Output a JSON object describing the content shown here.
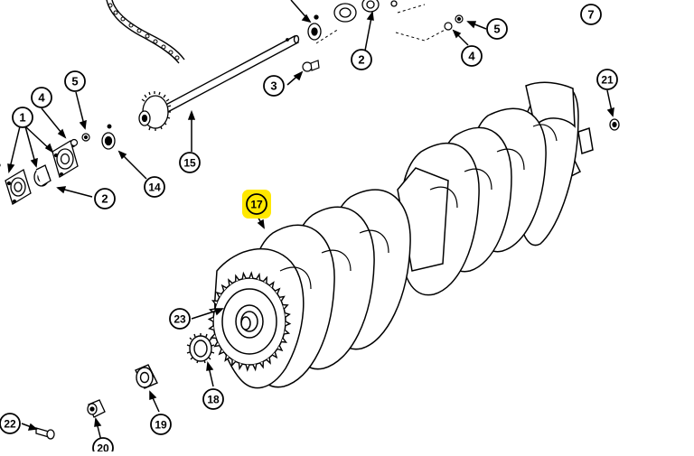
{
  "diagram": {
    "callouts": [
      {
        "id": "c7",
        "label": "7",
        "highlight": false
      },
      {
        "id": "c5a",
        "label": "5",
        "highlight": false
      },
      {
        "id": "c4a",
        "label": "4",
        "highlight": false
      },
      {
        "id": "c2a",
        "label": "2",
        "highlight": false
      },
      {
        "id": "c3",
        "label": "3",
        "highlight": false
      },
      {
        "id": "c21",
        "label": "21",
        "highlight": false
      },
      {
        "id": "c4b",
        "label": "4",
        "highlight": false
      },
      {
        "id": "c5b",
        "label": "5",
        "highlight": false
      },
      {
        "id": "c1",
        "label": "1",
        "highlight": false
      },
      {
        "id": "c15",
        "label": "15",
        "highlight": false
      },
      {
        "id": "c14",
        "label": "14",
        "highlight": false
      },
      {
        "id": "c2b",
        "label": "2",
        "highlight": false
      },
      {
        "id": "c17",
        "label": "17",
        "highlight": true
      },
      {
        "id": "c23",
        "label": "23",
        "highlight": false
      },
      {
        "id": "c18",
        "label": "18",
        "highlight": false
      },
      {
        "id": "c19",
        "label": "19",
        "highlight": false
      },
      {
        "id": "c22",
        "label": "22",
        "highlight": false
      },
      {
        "id": "c20",
        "label": "20",
        "highlight": false
      }
    ],
    "colors": {
      "line": "#000000",
      "highlight": "#ffe800",
      "paper": "#ffffff"
    }
  }
}
